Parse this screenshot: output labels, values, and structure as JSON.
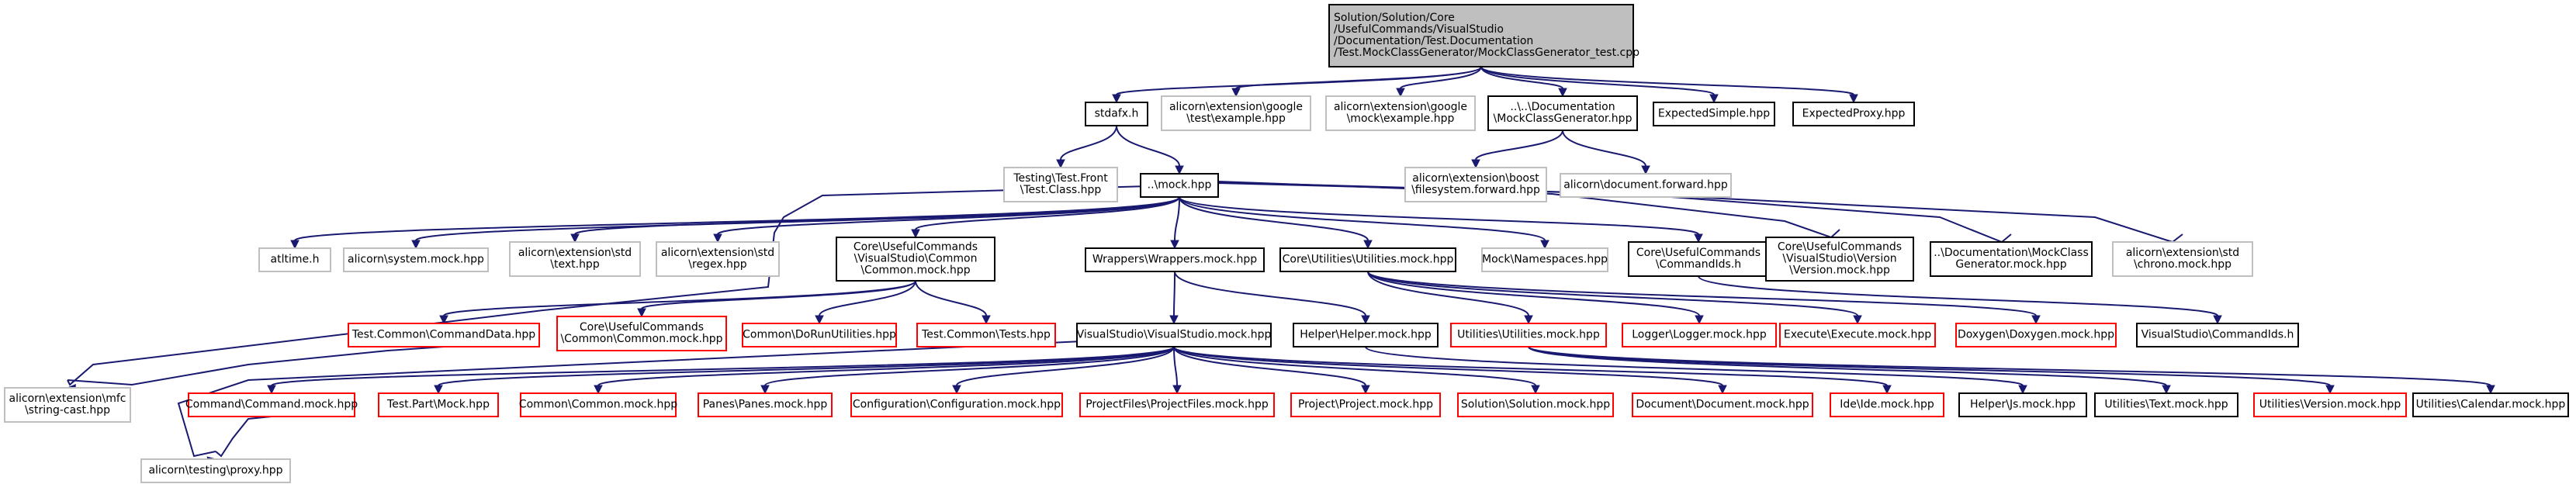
{
  "diagram": {
    "nodes": [
      {
        "id": "root",
        "style": "root",
        "lines": [
          "Solution/Solution/Core",
          "/UsefulCommands/VisualStudio",
          "/Documentation/Test.Documentation",
          "/Test.MockClassGenerator/MockClassGenerator_test.cpp"
        ]
      },
      {
        "id": "stdafx",
        "style": "normal",
        "lines": [
          "stdafx.h"
        ]
      },
      {
        "id": "gtest_example",
        "style": "external",
        "lines": [
          "alicorn\\extension\\google",
          "\\test\\example.hpp"
        ]
      },
      {
        "id": "gmock_example",
        "style": "external",
        "lines": [
          "alicorn\\extension\\google",
          "\\mock\\example.hpp"
        ]
      },
      {
        "id": "mockclassgen",
        "style": "normal",
        "lines": [
          "..\\..\\Documentation",
          "\\MockClassGenerator.hpp"
        ]
      },
      {
        "id": "expectedsimple",
        "style": "normal",
        "lines": [
          "ExpectedSimple.hpp"
        ]
      },
      {
        "id": "expectedproxy",
        "style": "normal",
        "lines": [
          "ExpectedProxy.hpp"
        ]
      },
      {
        "id": "testfront",
        "style": "external",
        "lines": [
          "Testing\\Test.Front",
          "\\Test.Class.hpp"
        ]
      },
      {
        "id": "mock",
        "style": "normal",
        "lines": [
          "..\\mock.hpp"
        ]
      },
      {
        "id": "boostfs",
        "style": "external",
        "lines": [
          "alicorn\\extension\\boost",
          "\\filesystem.forward.hpp"
        ]
      },
      {
        "id": "docforward",
        "style": "external",
        "lines": [
          "alicorn\\document.forward.hpp"
        ]
      },
      {
        "id": "atltime",
        "style": "external",
        "lines": [
          "atltime.h"
        ]
      },
      {
        "id": "systemmock",
        "style": "external",
        "lines": [
          "alicorn\\system.mock.hpp"
        ]
      },
      {
        "id": "stdtext",
        "style": "external",
        "lines": [
          "alicorn\\extension\\std",
          "\\text.hpp"
        ]
      },
      {
        "id": "stdregex",
        "style": "external",
        "lines": [
          "alicorn\\extension\\std",
          "\\regex.hpp"
        ]
      },
      {
        "id": "commonmock",
        "style": "normal",
        "lines": [
          "Core\\UsefulCommands",
          "\\VisualStudio\\Common",
          "\\Common.mock.hpp"
        ]
      },
      {
        "id": "wrappers",
        "style": "normal",
        "lines": [
          "Wrappers\\Wrappers.mock.hpp"
        ]
      },
      {
        "id": "utilities",
        "style": "normal",
        "lines": [
          "Core\\Utilities\\Utilities.mock.hpp"
        ]
      },
      {
        "id": "mocknamespaces",
        "style": "external",
        "lines": [
          "Mock\\Namespaces.hpp"
        ]
      },
      {
        "id": "commandids",
        "style": "normal",
        "lines": [
          "Core\\UsefulCommands",
          "\\CommandIds.h"
        ]
      },
      {
        "id": "versionmock",
        "style": "normal",
        "lines": [
          "Core\\UsefulCommands",
          "\\VisualStudio\\Version",
          "\\Version.mock.hpp"
        ]
      },
      {
        "id": "docmockclass",
        "style": "normal",
        "lines": [
          "..\\Documentation\\MockClass",
          "Generator.mock.hpp"
        ]
      },
      {
        "id": "chrono",
        "style": "external",
        "lines": [
          "alicorn\\extension\\std",
          "\\chrono.mock.hpp"
        ]
      },
      {
        "id": "commanddata",
        "style": "missing",
        "lines": [
          "Test.Common\\CommandData.hpp"
        ]
      },
      {
        "id": "commoncommonmock",
        "style": "missing",
        "lines": [
          "Core\\UsefulCommands",
          "\\Common\\Common.mock.hpp"
        ]
      },
      {
        "id": "dorun",
        "style": "missing",
        "lines": [
          "Common\\DoRunUtilities.hpp"
        ]
      },
      {
        "id": "tests",
        "style": "missing",
        "lines": [
          "Test.Common\\Tests.hpp"
        ]
      },
      {
        "id": "vsmock",
        "style": "normal",
        "lines": [
          "VisualStudio\\VisualStudio.mock.hpp"
        ]
      },
      {
        "id": "helpermock",
        "style": "normal",
        "lines": [
          "Helper\\Helper.mock.hpp"
        ]
      },
      {
        "id": "utilutilmock",
        "style": "missing",
        "lines": [
          "Utilities\\Utilities.mock.hpp"
        ]
      },
      {
        "id": "logger",
        "style": "missing",
        "lines": [
          "Logger\\Logger.mock.hpp"
        ]
      },
      {
        "id": "execute",
        "style": "missing",
        "lines": [
          "Execute\\Execute.mock.hpp"
        ]
      },
      {
        "id": "doxygen",
        "style": "missing",
        "lines": [
          "Doxygen\\Doxygen.mock.hpp"
        ]
      },
      {
        "id": "vscommandids",
        "style": "normal",
        "lines": [
          "VisualStudio\\CommandIds.h"
        ]
      },
      {
        "id": "mfc",
        "style": "external",
        "lines": [
          "alicorn\\extension\\mfc",
          "\\string-cast.hpp"
        ]
      },
      {
        "id": "command",
        "style": "missing",
        "lines": [
          "Command\\Command.mock.hpp"
        ]
      },
      {
        "id": "testpart",
        "style": "missing",
        "lines": [
          "Test.Part\\Mock.hpp"
        ]
      },
      {
        "id": "commoncommon",
        "style": "missing",
        "lines": [
          "Common\\Common.mock.hpp"
        ]
      },
      {
        "id": "panes",
        "style": "missing",
        "lines": [
          "Panes\\Panes.mock.hpp"
        ]
      },
      {
        "id": "configuration",
        "style": "missing",
        "lines": [
          "Configuration\\Configuration.mock.hpp"
        ]
      },
      {
        "id": "projectfiles",
        "style": "missing",
        "lines": [
          "ProjectFiles\\ProjectFiles.mock.hpp"
        ]
      },
      {
        "id": "project",
        "style": "missing",
        "lines": [
          "Project\\Project.mock.hpp"
        ]
      },
      {
        "id": "solution",
        "style": "missing",
        "lines": [
          "Solution\\Solution.mock.hpp"
        ]
      },
      {
        "id": "document",
        "style": "missing",
        "lines": [
          "Document\\Document.mock.hpp"
        ]
      },
      {
        "id": "ide",
        "style": "missing",
        "lines": [
          "Ide\\Ide.mock.hpp"
        ]
      },
      {
        "id": "helperjs",
        "style": "normal",
        "lines": [
          "Helper\\Js.mock.hpp"
        ]
      },
      {
        "id": "utiltext",
        "style": "normal",
        "lines": [
          "Utilities\\Text.mock.hpp"
        ]
      },
      {
        "id": "utilversion",
        "style": "missing",
        "lines": [
          "Utilities\\Version.mock.hpp"
        ]
      },
      {
        "id": "utilcalendar",
        "style": "normal",
        "lines": [
          "Utilities\\Calendar.mock.hpp"
        ]
      },
      {
        "id": "testingproxy",
        "style": "external",
        "lines": [
          "alicorn\\testing\\proxy.hpp"
        ]
      }
    ],
    "edges": [
      [
        "root",
        "stdafx"
      ],
      [
        "root",
        "gtest_example"
      ],
      [
        "root",
        "gmock_example"
      ],
      [
        "root",
        "mockclassgen"
      ],
      [
        "root",
        "expectedsimple"
      ],
      [
        "root",
        "expectedproxy"
      ],
      [
        "stdafx",
        "testfront"
      ],
      [
        "stdafx",
        "mock"
      ],
      [
        "mockclassgen",
        "boostfs"
      ],
      [
        "mockclassgen",
        "docforward"
      ],
      [
        "mock",
        "atltime"
      ],
      [
        "mock",
        "systemmock"
      ],
      [
        "mock",
        "stdtext"
      ],
      [
        "mock",
        "stdregex"
      ],
      [
        "mock",
        "commonmock"
      ],
      [
        "mock",
        "wrappers"
      ],
      [
        "mock",
        "utilities"
      ],
      [
        "mock",
        "mocknamespaces"
      ],
      [
        "mock",
        "commandids"
      ],
      [
        "mock",
        "versionmock"
      ],
      [
        "mock",
        "docmockclass"
      ],
      [
        "mock",
        "chrono"
      ],
      [
        "mock",
        "mfc"
      ],
      [
        "commonmock",
        "commanddata"
      ],
      [
        "commonmock",
        "commoncommonmock"
      ],
      [
        "commonmock",
        "dorun"
      ],
      [
        "commonmock",
        "tests"
      ],
      [
        "wrappers",
        "vsmock"
      ],
      [
        "wrappers",
        "helpermock"
      ],
      [
        "utilities",
        "utilutilmock"
      ],
      [
        "utilities",
        "logger"
      ],
      [
        "utilities",
        "execute"
      ],
      [
        "utilities",
        "doxygen"
      ],
      [
        "commandids",
        "vscommandids"
      ],
      [
        "commanddata",
        "mfc"
      ],
      [
        "vsmock",
        "command"
      ],
      [
        "vsmock",
        "testpart"
      ],
      [
        "vsmock",
        "commoncommon"
      ],
      [
        "vsmock",
        "panes"
      ],
      [
        "vsmock",
        "configuration"
      ],
      [
        "vsmock",
        "projectfiles"
      ],
      [
        "vsmock",
        "project"
      ],
      [
        "vsmock",
        "solution"
      ],
      [
        "vsmock",
        "document"
      ],
      [
        "vsmock",
        "ide"
      ],
      [
        "vsmock",
        "testingproxy"
      ],
      [
        "helpermock",
        "helperjs"
      ],
      [
        "utilutilmock",
        "utiltext"
      ],
      [
        "utilutilmock",
        "utilversion"
      ],
      [
        "utilutilmock",
        "utilcalendar"
      ],
      [
        "command",
        "testingproxy"
      ]
    ],
    "colors": {
      "edge": "#191970",
      "root_fill": "#bfbfbf",
      "root_border": "#000000",
      "normal_border": "#000000",
      "external_border": "#bfbfbf",
      "missing_border": "#ff0000",
      "text": "#000000"
    }
  }
}
